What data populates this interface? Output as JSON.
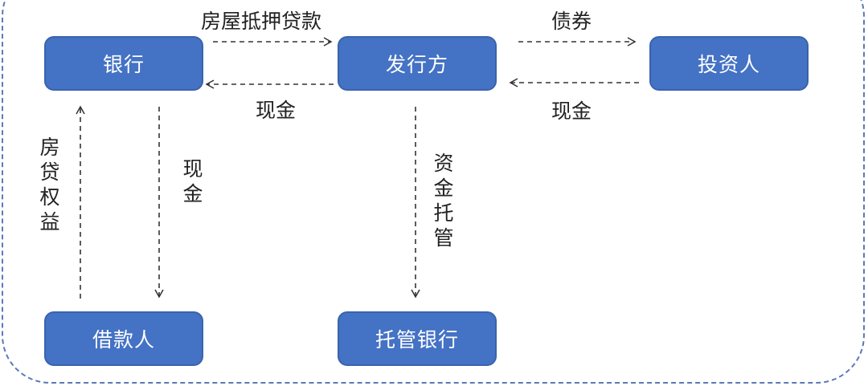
{
  "nodes": {
    "bank": "银行",
    "issuer": "发行方",
    "investor": "投资人",
    "borrower": "借款人",
    "custodian_bank": "托管银行"
  },
  "flows": {
    "bank_to_issuer": "房屋抵押贷款",
    "issuer_to_bank": "现金",
    "issuer_to_investor": "债券",
    "investor_to_issuer": "现金",
    "borrower_to_bank": "房贷权益",
    "bank_to_borrower": "现金",
    "issuer_to_custodian": "资金托管"
  },
  "colors": {
    "node_fill": "#4472c4",
    "frame_border": "#5a79b8"
  }
}
